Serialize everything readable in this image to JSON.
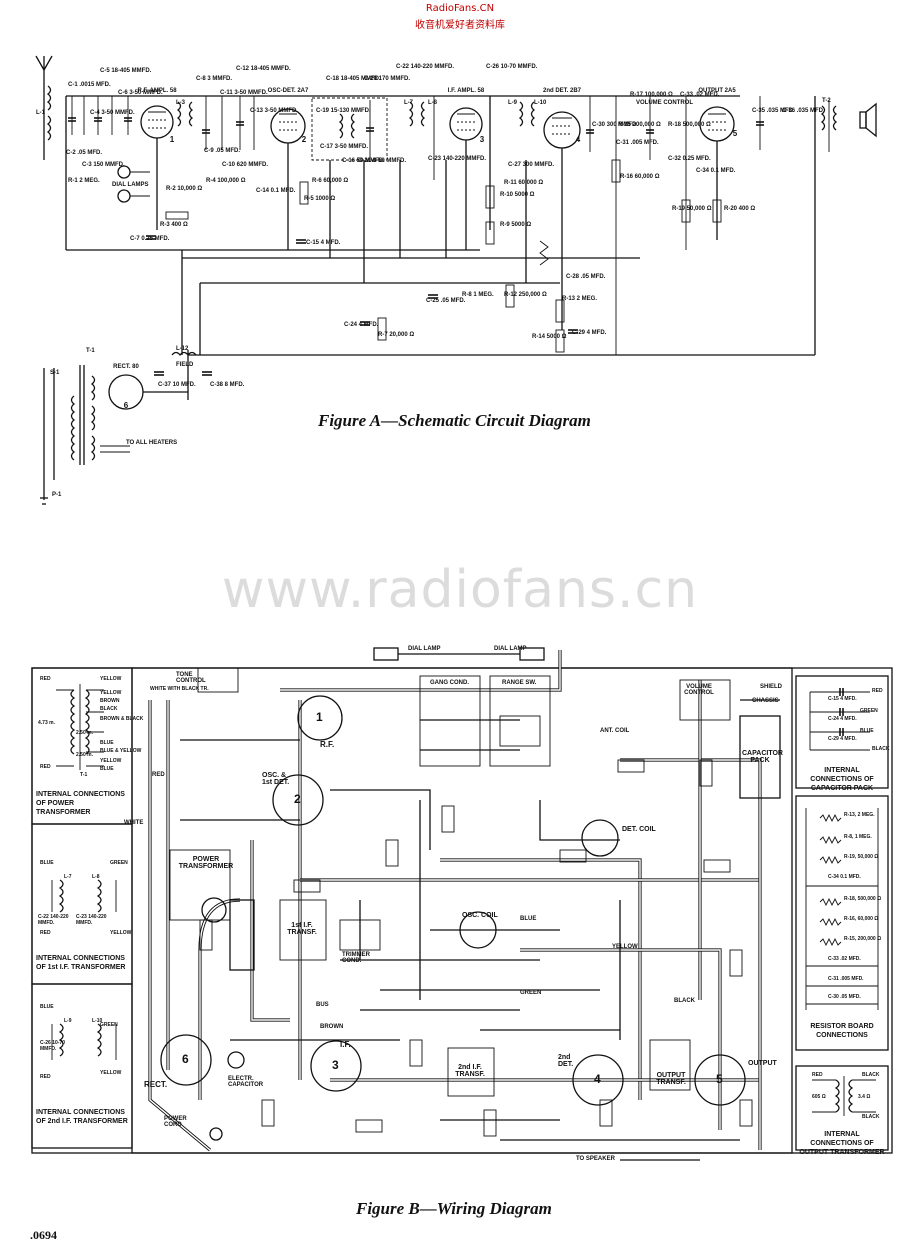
{
  "header": {
    "site": "RadioFans.CN",
    "slogan": "收音机爱好者资料库"
  },
  "watermark": "www.radiofans.cn",
  "page_number": ".0694",
  "figure_a": {
    "caption": "Figure A—Schematic Circuit Diagram",
    "tubes": [
      {
        "label": "R.F. AMPL. 58",
        "number": "1"
      },
      {
        "label": "OSC-DET. 2A7",
        "number": "2"
      },
      {
        "label": "I.F. AMPL. 58",
        "number": "3"
      },
      {
        "label": "2nd DET. 2B7",
        "number": "4"
      },
      {
        "label": "OUTPUT 2A5",
        "number": "5"
      },
      {
        "label": "RECT. 80",
        "number": "6"
      }
    ],
    "components": [
      "C-1 .0015 MFD.",
      "C-4 3-50 MMFD.",
      "C-5 18-405 MMFD.",
      "C-6 3-50 MMFD.",
      "C-8 3 MMFD.",
      "C-11 3-50 MMFD.",
      "C-12 18-405 MMFD.",
      "C-13 3-50 MMFD.",
      "C-18 18-405 MMFD.",
      "C-19 15-130 MMFD.",
      "C-20 170 MMFD.",
      "C-22 140-220 MMFD.",
      "C-26 10-70 MMFD.",
      "C-30 300 MMFD.",
      "C-33 .02 MFD.",
      "C-35 .035 MFD.",
      "C-36 .035 MFD.",
      "R-1 2 MEG.",
      "R-2 10,000 Ω",
      "R-3 400 Ω",
      "R-4 100,000 Ω",
      "R-5 1000 Ω",
      "R-6 60,000 Ω",
      "R-7 20,000 Ω",
      "R-8 1 MEG.",
      "R-9 5000 Ω",
      "R-10 5000 Ω",
      "R-11 60,000 Ω",
      "R-12 250,000 Ω",
      "R-13 2 MEG.",
      "R-14 5000 Ω",
      "R-15 200,000 Ω",
      "R-16 60,000 Ω",
      "R-17 100,000 Ω",
      "R-18 500,000 Ω",
      "R-19 50,000 Ω",
      "R-20 400 Ω",
      "C-2 .05 MFD.",
      "C-3 150 MMFD.",
      "C-7 0.25 MFD.",
      "C-9 .05 MFD.",
      "C-10 620 MMFD.",
      "C-14 0.1 MFD.",
      "C-15 4 MFD.",
      "C-16 50 MMFD.",
      "C-17 3-50 MMFD.",
      "C-21 3-50 MMFD.",
      "C-23 140-220 MMFD.",
      "C-24 4 MFD.",
      "C-25 .05 MFD.",
      "C-27 300 MMFD.",
      "C-28 .05 MFD.",
      "C-29 4 MFD.",
      "C-31 .005 MFD.",
      "C-32 0.25 MFD.",
      "C-34 0.1 MFD.",
      "C-37 10 MFD.",
      "C-38 8 MFD."
    ],
    "labels": {
      "dial_lamps": "DIAL LAMPS",
      "volume_control": "VOLUME CONTROL",
      "field": "FIELD",
      "to_all_heaters": "TO ALL HEATERS",
      "l12": "L-12",
      "t1": "T-1",
      "t2": "T-2",
      "s1": "S-1",
      "p1": "P-1",
      "l1": "L-1",
      "l3": "L-3",
      "l7": "L-7",
      "l8": "L-8",
      "l9": "L-9",
      "l10": "L-10"
    }
  },
  "figure_b": {
    "caption": "Figure B—Wiring Diagram",
    "side_boxes": [
      {
        "title": "INTERNAL CONNECTIONS OF POWER TRANSFORMER",
        "wires": [
          "RED",
          "YELLOW",
          "YELLOW",
          "BROWN",
          "BLACK",
          "BROWN & BLACK",
          "BLUE",
          "BLUE & YELLOW",
          "RED",
          "YELLOW",
          "BLUE"
        ],
        "notes": [
          "4.73 m.",
          "2.50 m.",
          "2.50 m.",
          "T-1"
        ]
      },
      {
        "title": "INTERNAL CONNECTIONS OF 1st I.F. TRANSFORMER",
        "wires": [
          "BLUE",
          "GREEN",
          "RED",
          "YELLOW"
        ],
        "notes": [
          "L-7",
          "L-8",
          "C-22 140-220 MMFD.",
          "C-23 140-220 MMFD."
        ]
      },
      {
        "title": "INTERNAL CONNECTIONS OF 2nd I.F. TRANSFORMER",
        "wires": [
          "BLUE",
          "GREEN",
          "RED",
          "YELLOW"
        ],
        "notes": [
          "L-9",
          "L-10",
          "C-26 10-70 MMFD."
        ]
      },
      {
        "title": "INTERNAL CONNECTIONS OF CAPACITOR PACK",
        "wires": [
          "RED",
          "GREEN",
          "BLUE",
          "BLACK"
        ],
        "notes": [
          "C-15 4 MFD.",
          "C-24 4 MFD.",
          "C-29 4 MFD."
        ]
      },
      {
        "title": "RESISTOR BOARD CONNECTIONS",
        "wires": [],
        "notes": [
          "R-13, 2 MEG.",
          "R-8, 1 MEG.",
          "R-19, 50,000 Ω",
          "C-34 0.1 MFD.",
          "R-18, 500,000 Ω",
          "R-16, 60,000 Ω",
          "R-15, 200,000 Ω",
          "C-33 .02 MFD.",
          "C-31 .005 MFD.",
          "C-30 .05 MFD."
        ]
      },
      {
        "title": "INTERNAL CONNECTIONS OF OUTPUT TRANSFORMER",
        "wires": [
          "RED",
          "BLACK",
          "BLACK"
        ],
        "notes": [
          "605 Ω",
          "3.4 Ω"
        ]
      }
    ],
    "parts": {
      "power_transformer": "POWER TRANSFORMER",
      "osc_coil": "OSC. COIL",
      "det_coil": "DET. COIL",
      "ant_coil": "ANT. COIL",
      "if1": "1st I.F. TRANSF.",
      "if2": "2nd I.F. TRANSF.",
      "output_transf": "OUTPUT TRANSF.",
      "capacitor_pack": "CAPACITOR PACK",
      "gang_cond": "GANG COND.",
      "range_sw": "RANGE SW.",
      "tone_control": "TONE CONTROL",
      "volume_control": "VOLUME CONTROL",
      "trimmer_cond": "TRIMMER COND.",
      "electr_capacitor": "ELECTR. CAPACITOR",
      "shield": "SHIELD",
      "chassis": "CHASSIS",
      "power_cord": "POWER CORD",
      "to_speaker": "TO SPEAKER",
      "dial_lamp": "DIAL LAMP",
      "rect": "RECT.",
      "rf": "R.F.",
      "osc_det": "OSC. & 1st DET.",
      "if": "I.F.",
      "second_det": "2nd DET.",
      "output": "OUTPUT"
    },
    "wire_colors": [
      "RED",
      "BLUE",
      "GREEN",
      "YELLOW",
      "BROWN",
      "BLACK",
      "WHITE",
      "BUS",
      "WHITE WITH BLACK TR."
    ],
    "tube_numbers": [
      "1",
      "2",
      "3",
      "4",
      "5",
      "6"
    ]
  }
}
